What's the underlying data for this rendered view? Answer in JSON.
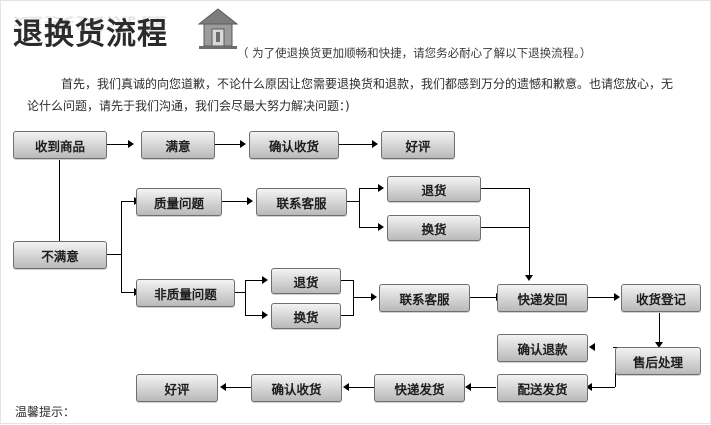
{
  "header": {
    "title": "退换货流程",
    "icon": "house-icon",
    "subtitle": "（ 为了使退换货更加顺畅和快捷，请您务必耐心了解以下退换流程。）",
    "paragraph_line1": "首先，我们真诚的向您道歉，不论什么原因让您需要退换货和退款，我们都感到万分的遗憾和歉意。也请您放心，无",
    "paragraph_line2": "论什么问题，请先于我们沟通，我们会尽最大努力解决问题：)",
    "footer_tip": "温馨提示："
  },
  "colors": {
    "node_fill_top": "#f3f3f3",
    "node_fill_bottom": "#b9b9b9",
    "node_border": "#6f6f6f",
    "text": "#1d1d1d",
    "title": "#2b2b2b",
    "line": "#000000"
  },
  "chart_data": {
    "type": "flowchart",
    "title": "退换货流程",
    "nodes": [
      {
        "id": "n1",
        "label": "收到商品"
      },
      {
        "id": "n2",
        "label": "满意"
      },
      {
        "id": "n3",
        "label": "确认收货"
      },
      {
        "id": "n4",
        "label": "好评"
      },
      {
        "id": "n5",
        "label": "不满意"
      },
      {
        "id": "n6",
        "label": "质量问题"
      },
      {
        "id": "n7",
        "label": "联系客服"
      },
      {
        "id": "n8",
        "label": "退货"
      },
      {
        "id": "n9",
        "label": "换货"
      },
      {
        "id": "n10",
        "label": "非质量问题"
      },
      {
        "id": "n11",
        "label": "退货"
      },
      {
        "id": "n12",
        "label": "换货"
      },
      {
        "id": "n13",
        "label": "联系客服"
      },
      {
        "id": "n14",
        "label": "快递发回"
      },
      {
        "id": "n15",
        "label": "收货登记"
      },
      {
        "id": "n16",
        "label": "确认退款"
      },
      {
        "id": "n17",
        "label": "售后处理"
      },
      {
        "id": "n18",
        "label": "配送发货"
      },
      {
        "id": "n19",
        "label": "快递发货"
      },
      {
        "id": "n20",
        "label": "确认收货"
      },
      {
        "id": "n21",
        "label": "好评"
      }
    ],
    "edges": [
      {
        "from": "n1",
        "to": "n2"
      },
      {
        "from": "n2",
        "to": "n3"
      },
      {
        "from": "n3",
        "to": "n4"
      },
      {
        "from": "n1",
        "to": "n5"
      },
      {
        "from": "n5",
        "to": "n6"
      },
      {
        "from": "n5",
        "to": "n10"
      },
      {
        "from": "n6",
        "to": "n7"
      },
      {
        "from": "n7",
        "to": "n8"
      },
      {
        "from": "n7",
        "to": "n9"
      },
      {
        "from": "n8",
        "to": "n14"
      },
      {
        "from": "n9",
        "to": "n14"
      },
      {
        "from": "n10",
        "to": "n11"
      },
      {
        "from": "n10",
        "to": "n12"
      },
      {
        "from": "n11",
        "to": "n13"
      },
      {
        "from": "n12",
        "to": "n13"
      },
      {
        "from": "n13",
        "to": "n14"
      },
      {
        "from": "n14",
        "to": "n15"
      },
      {
        "from": "n15",
        "to": "n17"
      },
      {
        "from": "n17",
        "to": "n16"
      },
      {
        "from": "n17",
        "to": "n18"
      },
      {
        "from": "n18",
        "to": "n19"
      },
      {
        "from": "n19",
        "to": "n20"
      },
      {
        "from": "n20",
        "to": "n21"
      }
    ]
  }
}
